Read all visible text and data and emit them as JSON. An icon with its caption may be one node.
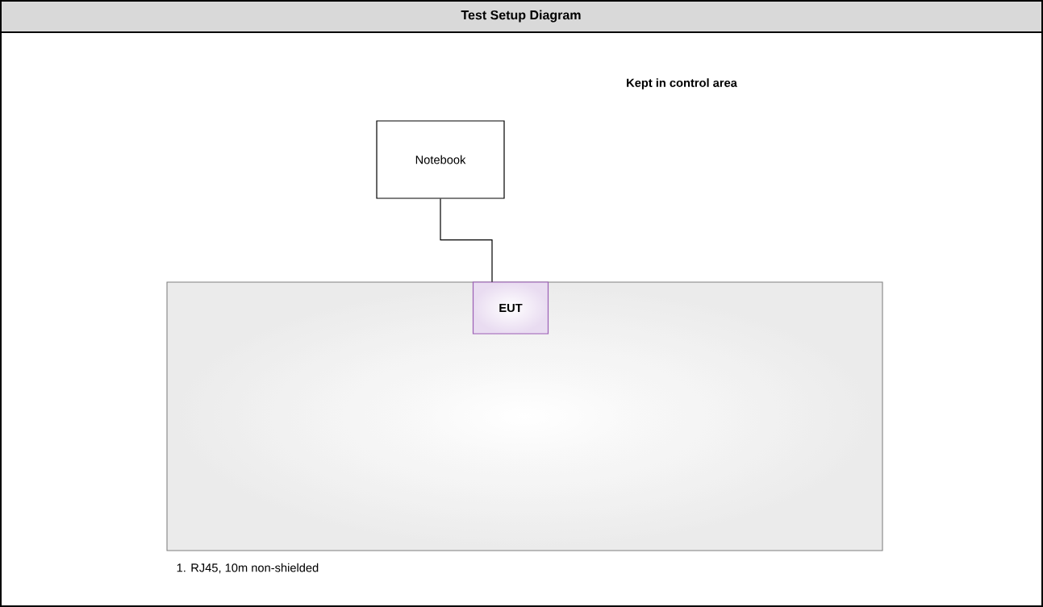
{
  "diagram": {
    "title": "Test Setup Diagram",
    "nodes": [
      {
        "text": [
          "Notebook"
        ]
      },
      {
        "text": [
          "EUT"
        ]
      }
    ],
    "edges": [
      {
        "from": 0,
        "to": 1,
        "arrow": "none"
      }
    ],
    "labels": [
      "Kept in control area",
      "1. RJ45, 10m non-shielded"
    ]
  }
}
